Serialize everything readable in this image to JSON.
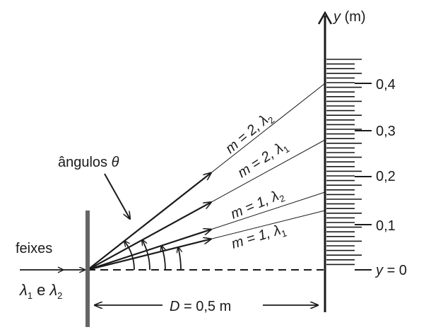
{
  "axis": {
    "y_symbol": "y",
    "y_unit": "(m)",
    "tick_labels": [
      "0,1",
      "0,2",
      "0,3",
      "0,4"
    ],
    "zero_label_symbol": "y",
    "zero_label_value": "= 0"
  },
  "labels": {
    "angles_word": "ângulos",
    "theta": "θ",
    "beams_word": "feixes",
    "lambda": "λ",
    "and_word": "e",
    "sub1": "1",
    "sub2": "2",
    "distance_symbol": "D",
    "distance_value": "= 0,5 m"
  },
  "rays": [
    {
      "m_text": "m = 1,",
      "lambda_sub": "1"
    },
    {
      "m_text": "m = 1,",
      "lambda_sub": "2"
    },
    {
      "m_text": "m = 2,",
      "lambda_sub": "1"
    },
    {
      "m_text": "m = 2,",
      "lambda_sub": "2"
    }
  ],
  "colors": {
    "ink": "#1a1a1a",
    "grating": "#666666"
  }
}
